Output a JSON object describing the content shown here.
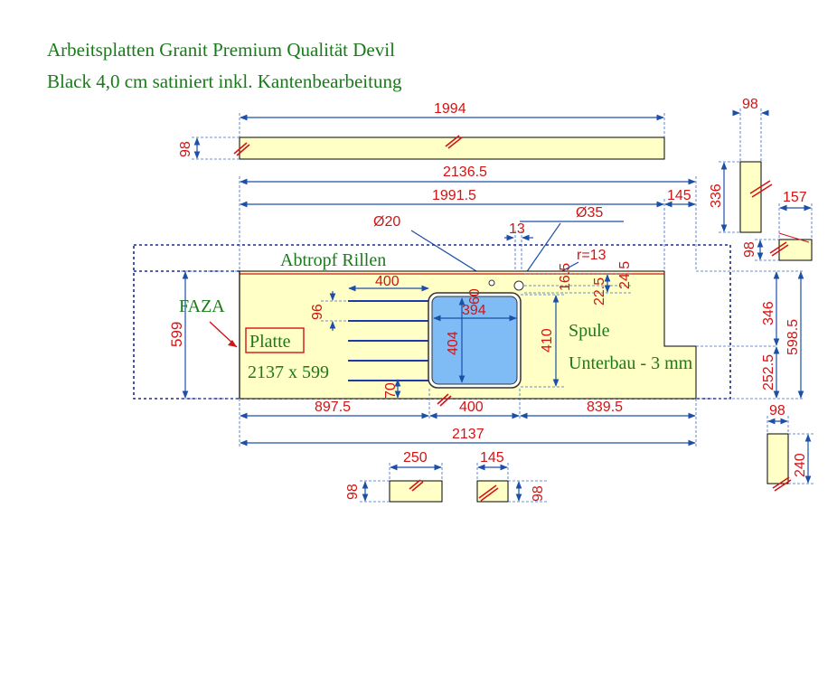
{
  "title": {
    "line1": "Arbeitsplatten Granit Premium Qualität Devil",
    "line2": "Black 4,0 cm satiniert inkl. Kantenbearbeitung"
  },
  "labels": {
    "abtropf": "Abtropf Rillen",
    "faza": "FAZA",
    "platte": "Platte",
    "platte_size": "2137 x 599",
    "spule": "Spule",
    "unterbau": "Unterbau - 3 mm"
  },
  "dims": {
    "top_strip_len": "1994",
    "top_strip_h": "98",
    "total_upper": "2136.5",
    "inner_upper": "1991.5",
    "right_step": "145",
    "d20": "Ø20",
    "d35": "Ø35",
    "d13": "13",
    "r13": "r=13",
    "groove_len": "400",
    "d60": "60",
    "d16_5": "16.5",
    "d22_5": "22.5",
    "d24_5": "24.5",
    "sink_inner_w": "394",
    "d96": "96",
    "height_left": "599",
    "sink_inner_h": "404",
    "sink_outer_h": "410",
    "d70": "70",
    "left_part": "897.5",
    "sink_w": "400",
    "right_part": "839.5",
    "total_bottom": "2137",
    "right_upper_h": "346",
    "right_total_h": "598.5",
    "right_lower_h": "252.5",
    "side_strip_w": "98",
    "side_strip_h": "336",
    "piece_157": "157",
    "piece_157_h": "98",
    "piece_240_w": "98",
    "piece_240_h": "240",
    "piece_250": "250",
    "piece_250_h": "98",
    "piece_145": "145",
    "piece_145_h": "98"
  }
}
